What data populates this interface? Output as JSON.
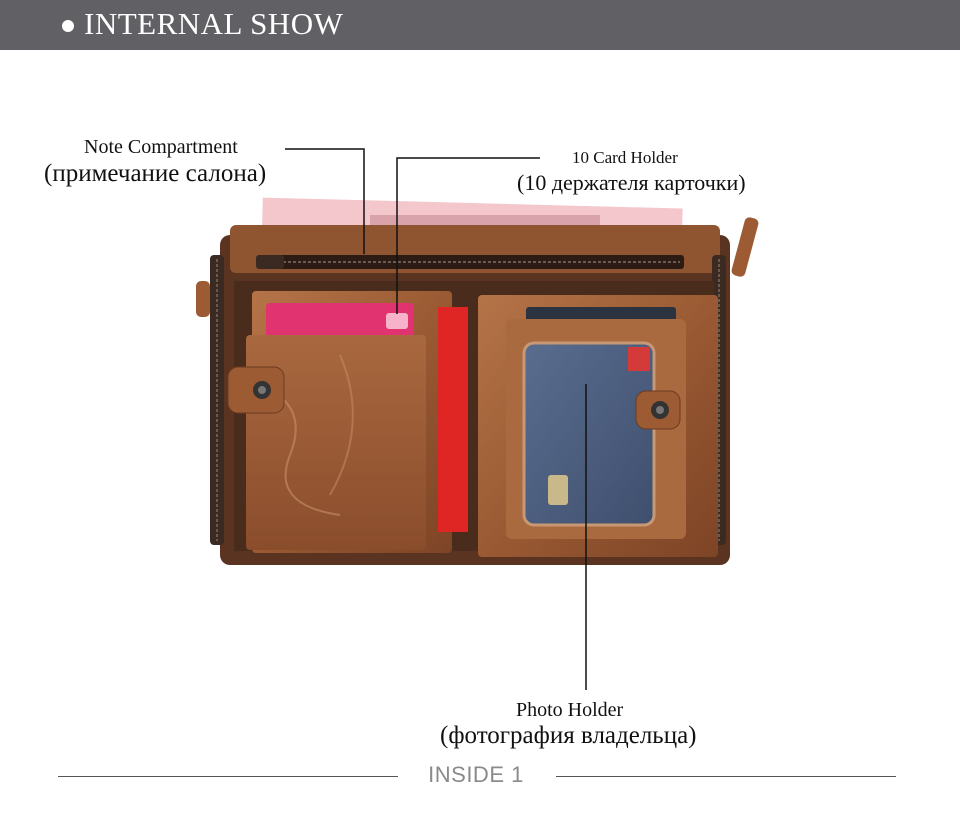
{
  "header": {
    "title": "INTERNAL SHOW"
  },
  "labels": {
    "note_compartment": {
      "en": "Note Compartment",
      "ru": "(примечание салона)"
    },
    "card_holder": {
      "en": "10 Card Holder",
      "ru": "(10 держателя карточки)"
    },
    "photo_holder": {
      "en": "Photo Holder",
      "ru": "(фотография владельца)"
    }
  },
  "footer": {
    "caption": "INSIDE 1"
  },
  "colors": {
    "header_bg": "#616064",
    "leather": "#a0623a",
    "leather_dark": "#5a3420",
    "card_pink": "#e0336f",
    "card_red": "#e02525"
  }
}
